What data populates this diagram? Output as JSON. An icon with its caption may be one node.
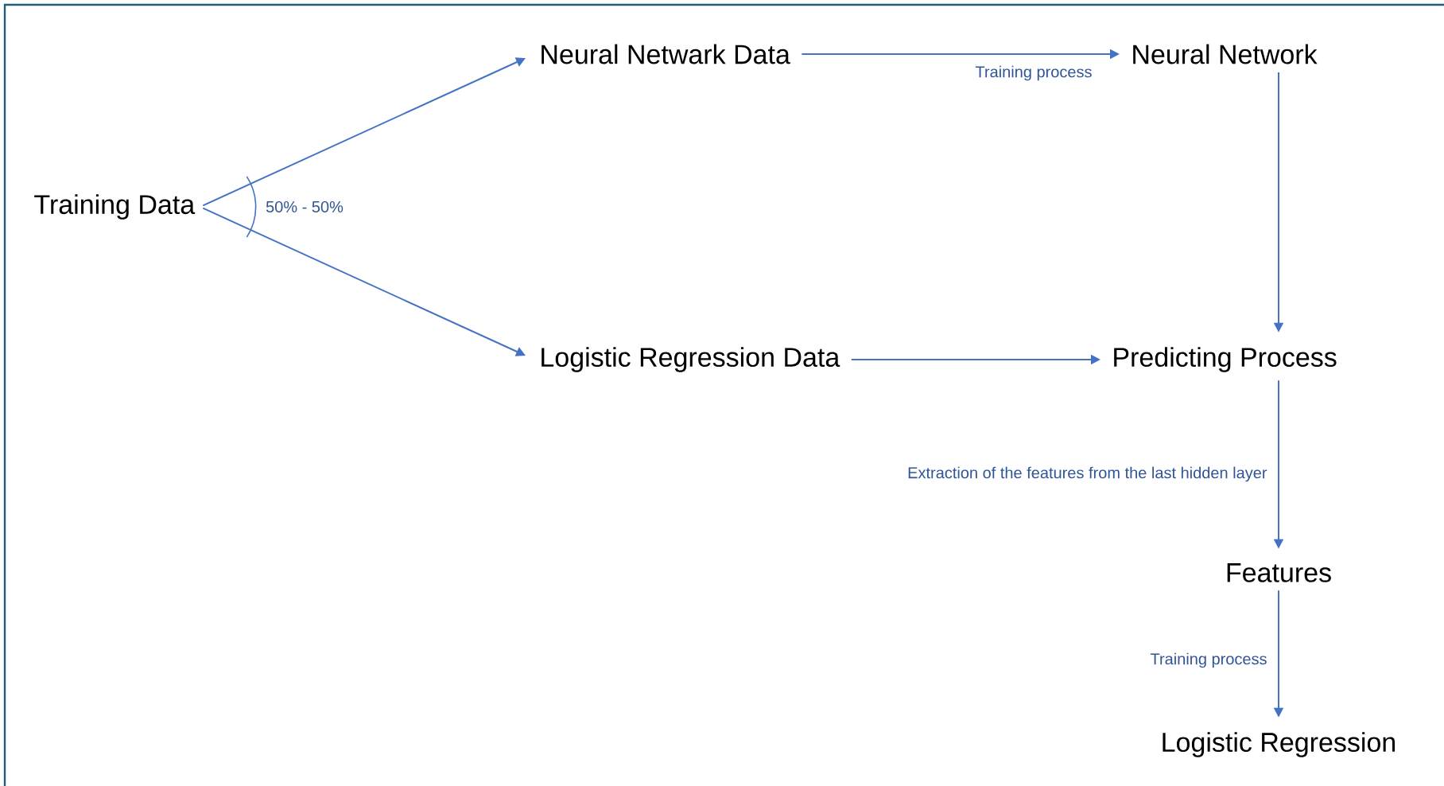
{
  "diagram": {
    "nodes": [
      {
        "text": [
          "Training Data"
        ]
      },
      {
        "text": [
          "Neural Netwark Data"
        ]
      },
      {
        "text": [
          "Neural Network"
        ]
      },
      {
        "text": [
          "Logistic Regression Data"
        ]
      },
      {
        "text": [
          "Predicting Process"
        ]
      },
      {
        "text": [
          "Features"
        ]
      },
      {
        "text": [
          "Logistic Regression"
        ]
      }
    ],
    "edges": [
      {
        "from": 0,
        "to": 1,
        "arrow": "to"
      },
      {
        "from": 0,
        "to": 3,
        "arrow": "to"
      },
      {
        "from": 1,
        "to": 2,
        "arrow": "to",
        "label": "Training process"
      },
      {
        "from": 3,
        "to": 4,
        "arrow": "to"
      },
      {
        "from": 2,
        "to": 4,
        "arrow": "to"
      },
      {
        "from": 4,
        "to": 5,
        "arrow": "to",
        "label": "Extraction of the features from the last hidden layer"
      },
      {
        "from": 5,
        "to": 6,
        "arrow": "to",
        "label": "Training process"
      }
    ],
    "labels": [
      "50% - 50%"
    ]
  }
}
